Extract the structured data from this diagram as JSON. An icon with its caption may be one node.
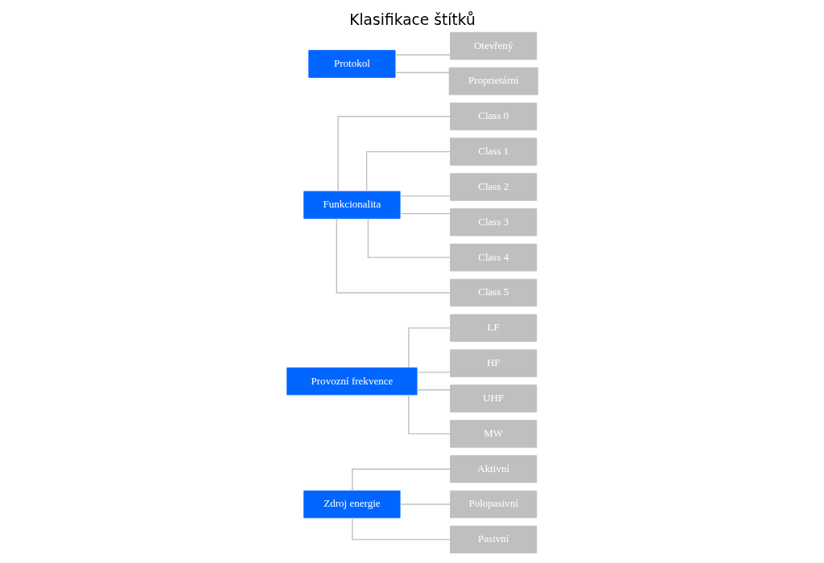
{
  "diagram": {
    "title": "Klasifikace štítků",
    "nodes": [
      {
        "text": [
          "Zdroj energie"
        ]
      },
      {
        "text": [
          "Aktivní"
        ]
      },
      {
        "text": [
          "Polopasivní"
        ]
      },
      {
        "text": [
          "Pasivní"
        ]
      },
      {
        "text": [
          "Provozní frekvence"
        ]
      },
      {
        "text": [
          "LF"
        ]
      },
      {
        "text": [
          "HF"
        ]
      },
      {
        "text": [
          "UHF"
        ]
      },
      {
        "text": [
          "MW"
        ]
      },
      {
        "text": [
          "Funkcionalita"
        ]
      },
      {
        "text": [
          "Class 0"
        ]
      },
      {
        "text": [
          "Class 1"
        ]
      },
      {
        "text": [
          "Class 2"
        ]
      },
      {
        "text": [
          "Class 3"
        ]
      },
      {
        "text": [
          "Class 4"
        ]
      },
      {
        "text": [
          "Class 5"
        ]
      },
      {
        "text": [
          "Protokol"
        ]
      },
      {
        "text": [
          "Otevřený"
        ]
      },
      {
        "text": [
          "Proprietární"
        ]
      }
    ],
    "edges": [
      {
        "from": 0,
        "to": 1,
        "arrow": "none"
      },
      {
        "from": 0,
        "to": 2,
        "arrow": "none"
      },
      {
        "from": 0,
        "to": 3,
        "arrow": "none"
      },
      {
        "from": 4,
        "to": 5,
        "arrow": "none"
      },
      {
        "from": 4,
        "to": 6,
        "arrow": "none"
      },
      {
        "from": 4,
        "to": 7,
        "arrow": "none"
      },
      {
        "from": 4,
        "to": 8,
        "arrow": "none"
      },
      {
        "from": 9,
        "to": 10,
        "arrow": "none"
      },
      {
        "from": 9,
        "to": 11,
        "arrow": "none"
      },
      {
        "from": 9,
        "to": 12,
        "arrow": "none"
      },
      {
        "from": 9,
        "to": 13,
        "arrow": "none"
      },
      {
        "from": 9,
        "to": 14,
        "arrow": "none"
      },
      {
        "from": 9,
        "to": 15,
        "arrow": "none"
      },
      {
        "from": 16,
        "to": 17,
        "arrow": "none"
      },
      {
        "from": 16,
        "to": 18,
        "arrow": "none"
      }
    ]
  }
}
